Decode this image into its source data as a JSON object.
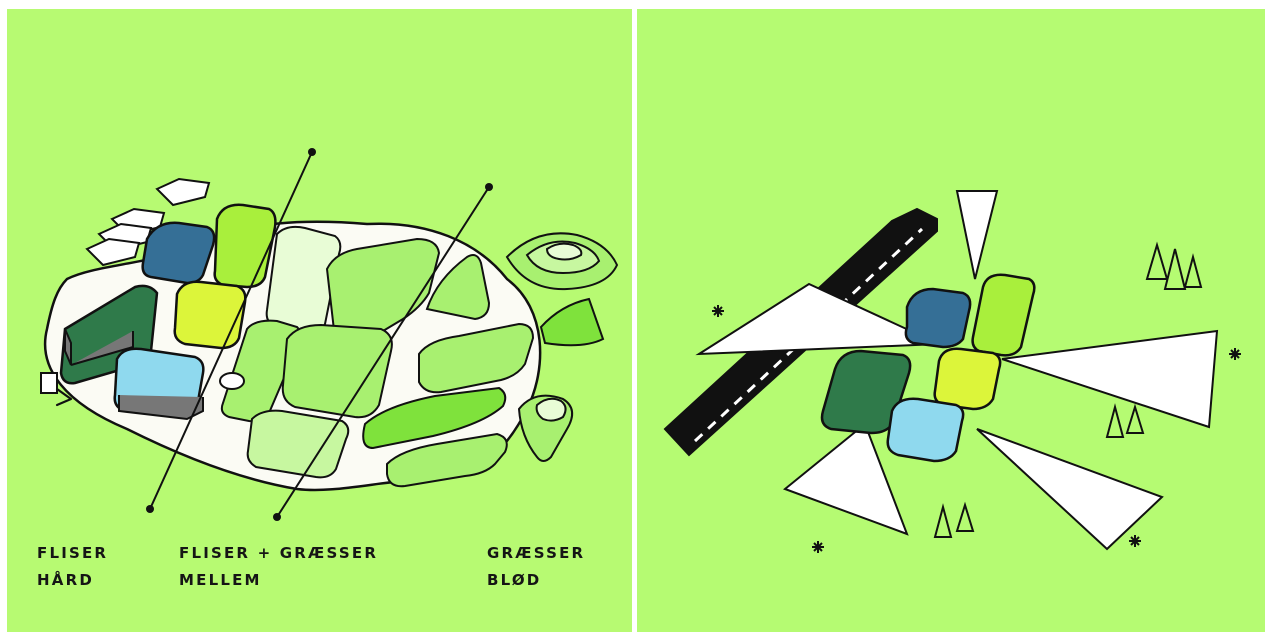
{
  "left_panel": {
    "labels": [
      {
        "line1": "Fliser",
        "line2": "Hård"
      },
      {
        "line1": "Fliser + græsser",
        "line2": "Mellem"
      },
      {
        "line1": "Græsser",
        "line2": "Blød"
      }
    ]
  },
  "colors": {
    "background_green": "#b7fa72",
    "block_dark_green": "#2f7a4a",
    "block_blue": "#356f96",
    "block_lime": "#a9ef3c",
    "block_yellow": "#dcf53a",
    "block_light_blue": "#8fd9ee",
    "road": "#111111",
    "cone_fill": "#ffffff"
  }
}
